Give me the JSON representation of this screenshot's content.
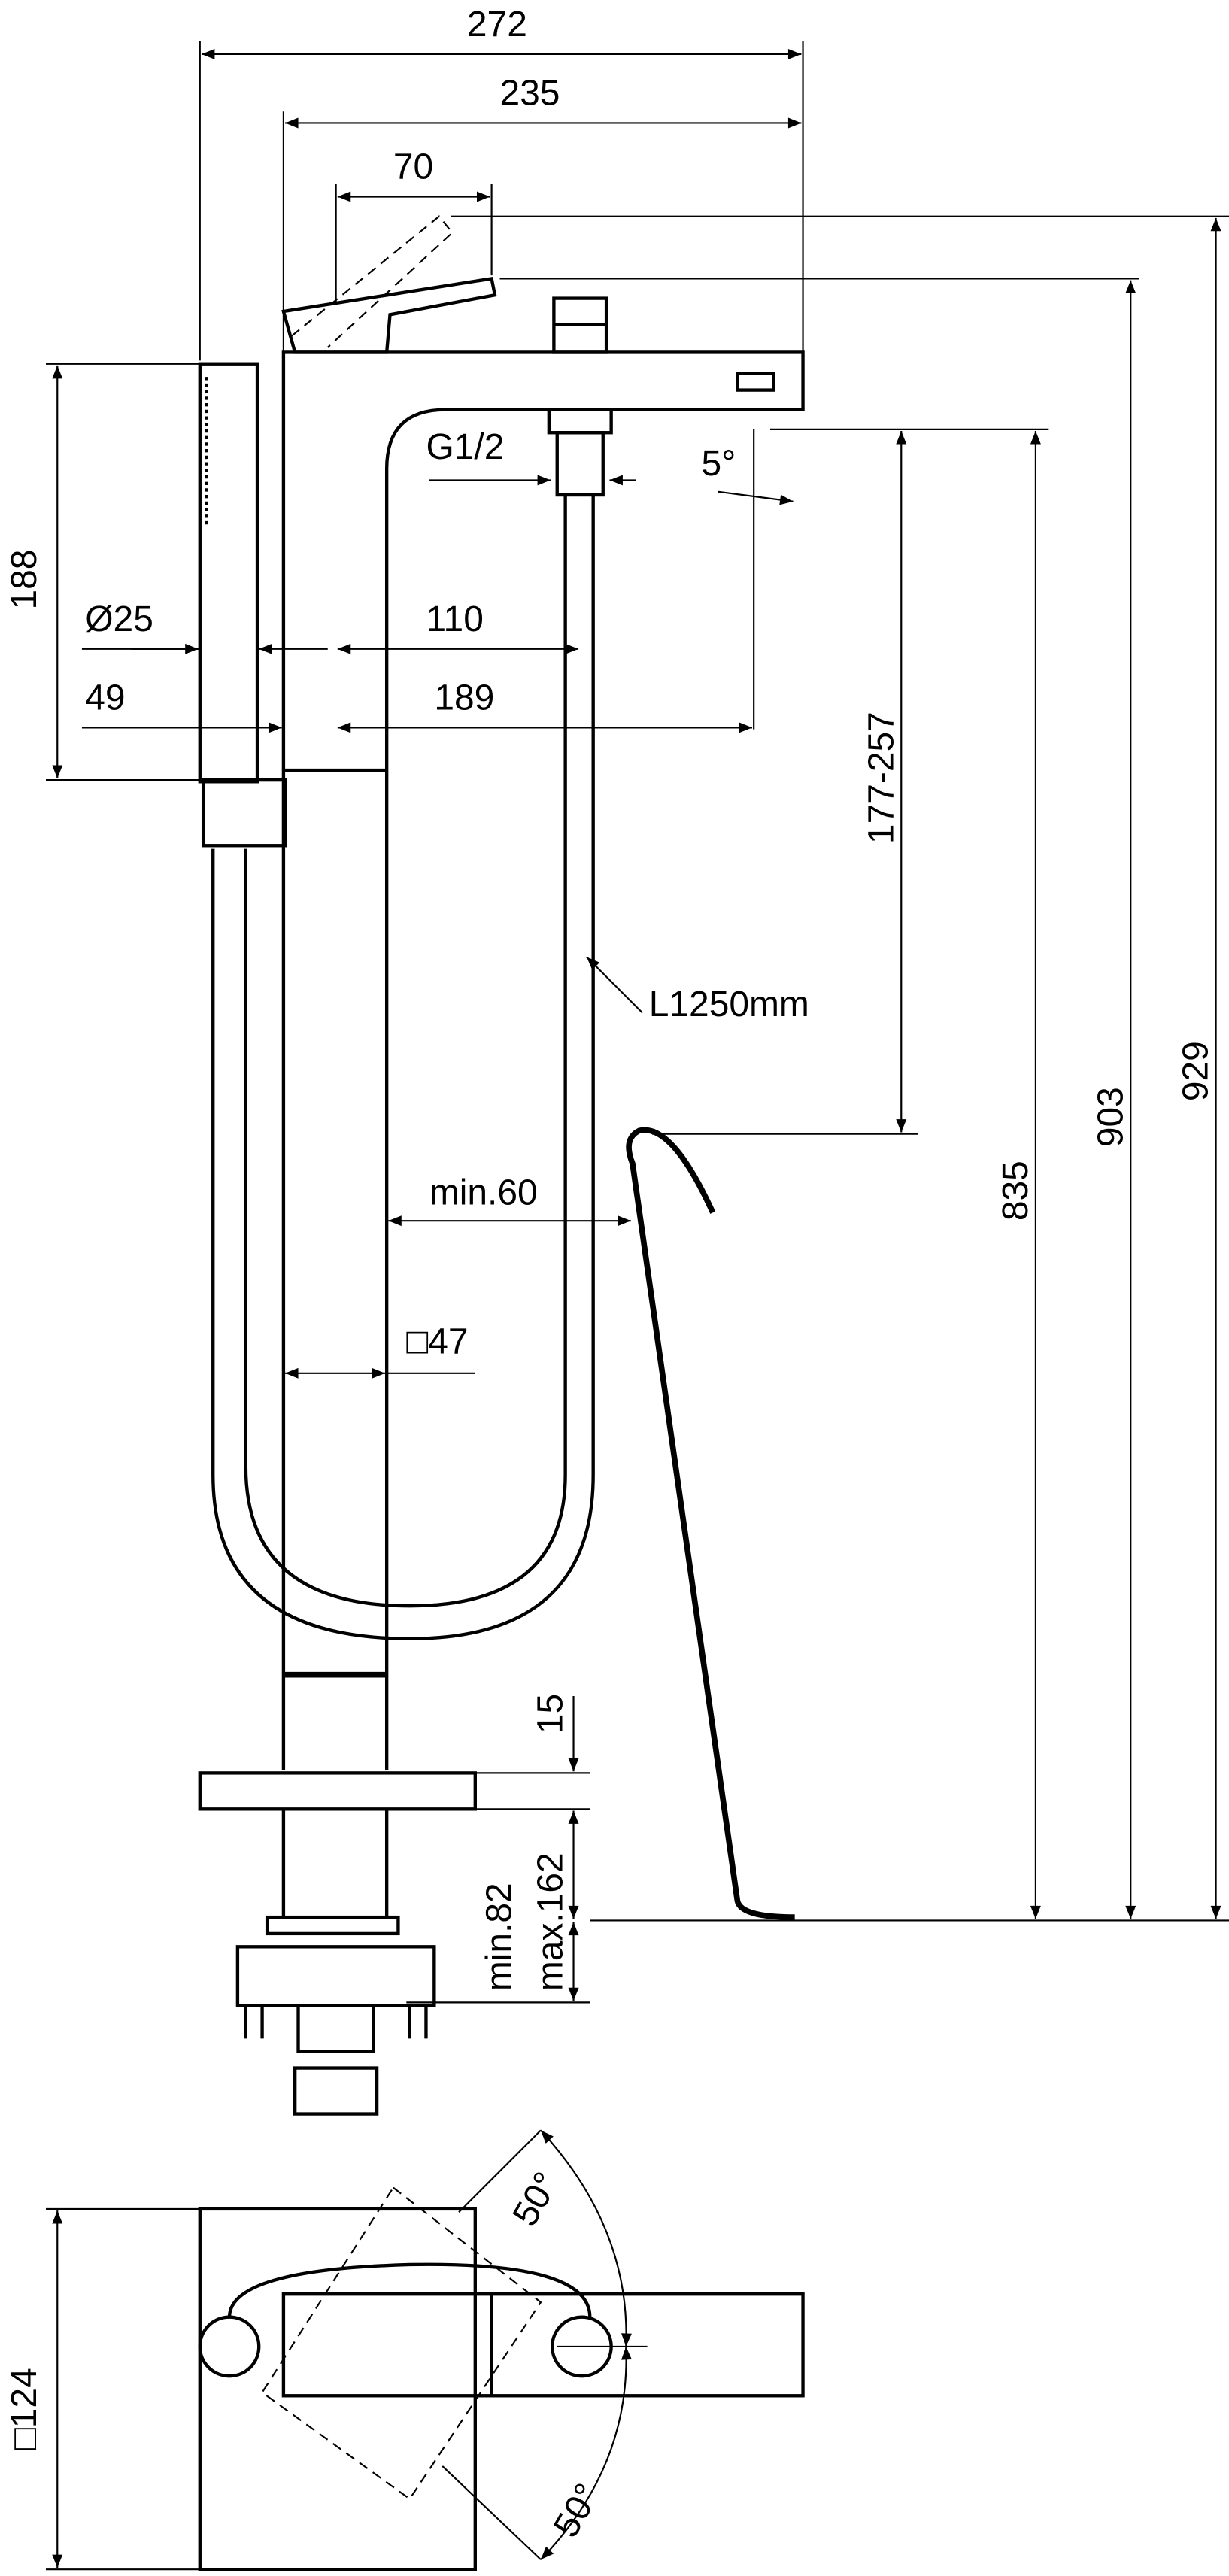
{
  "drawing": {
    "title": "Freestanding bath mixer dimension drawing",
    "dimensions": {
      "overall_width": "272",
      "spout_width": "235",
      "lever_travel": "70",
      "hand_shower_length": "188",
      "hand_shower_diameter": "Ø25",
      "hand_shower_offset": "49",
      "hose_offset": "110",
      "spout_reach": "189",
      "connection_thread": "G1/2",
      "spout_angle": "5°",
      "spout_height_range": "177-257",
      "hose_length": "L1250mm",
      "height_to_outlet": "835",
      "height_to_spout_top": "903",
      "height_to_lever_top": "929",
      "min_clearance": "min.60",
      "column_section": "□47",
      "plate_thickness": "15",
      "floor_depth_min": "min.82",
      "floor_depth_max": "max.162",
      "base_plate_size": "□124",
      "swivel_angle_top": "50°",
      "swivel_angle_bottom": "50°"
    }
  }
}
